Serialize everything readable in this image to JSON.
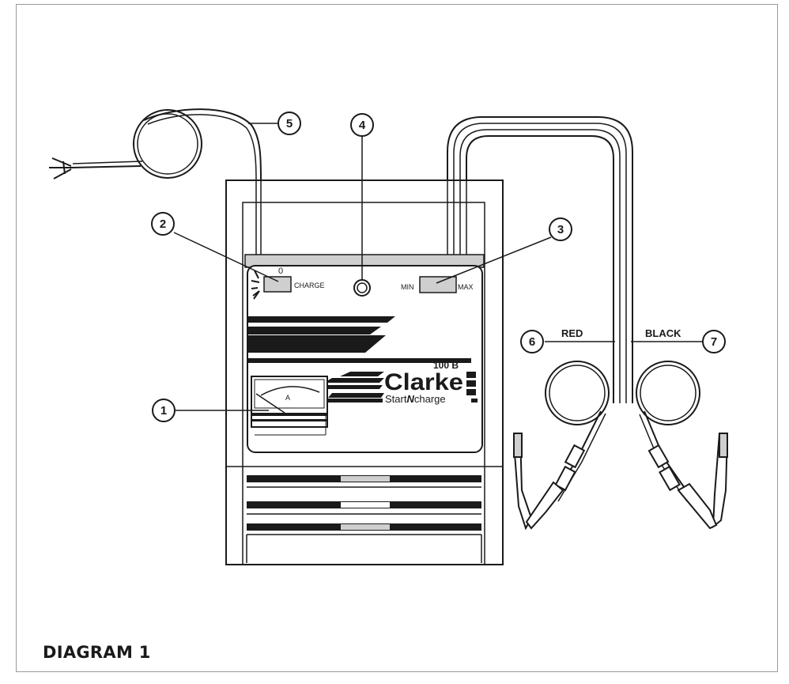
{
  "caption": "DIAGRAM 1",
  "callouts": [
    "1",
    "2",
    "3",
    "4",
    "5",
    "6",
    "7"
  ],
  "labels": {
    "charge_zero": "0",
    "charge": "CHARGE",
    "min": "MIN",
    "max": "MAX",
    "red": "RED",
    "black": "BLACK",
    "model": "100 B",
    "brand": "Clarke",
    "tagline_start": "Start",
    "tagline_n": "N",
    "tagline_charge": "charge",
    "meter_unit": "A"
  },
  "colors": {
    "ink": "#1a1a1a",
    "paper": "#ffffff",
    "panel_grey": "#cfcfcf",
    "frame": "#9a9a9a"
  }
}
